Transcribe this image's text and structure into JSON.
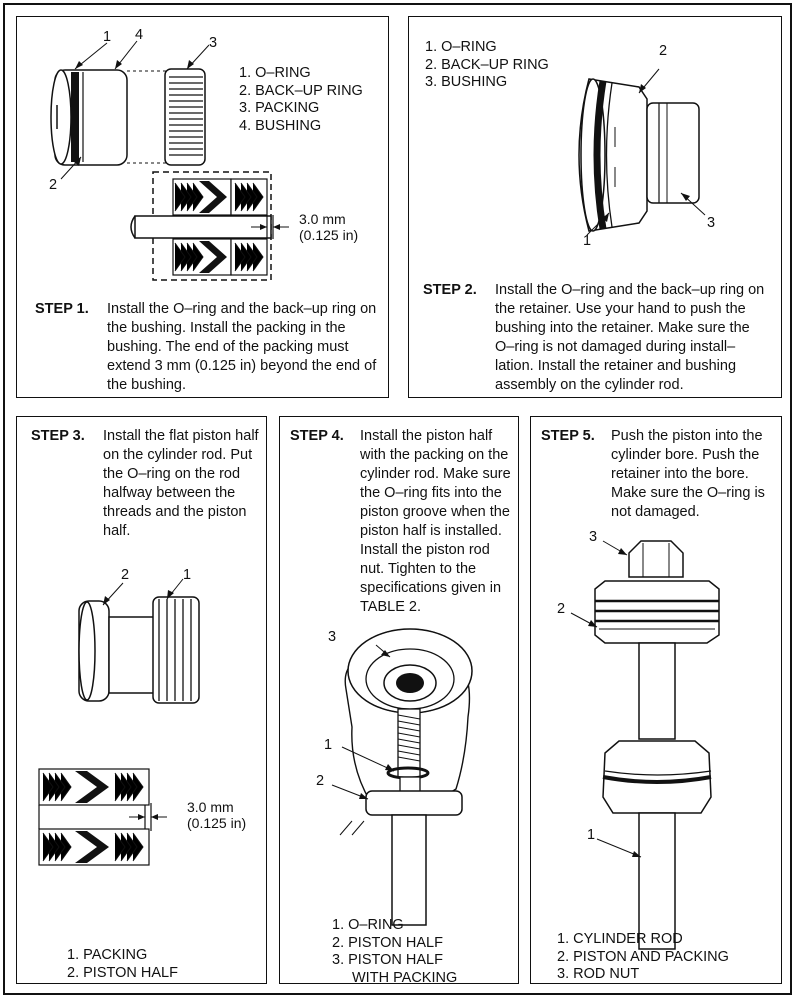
{
  "steps": [
    {
      "label": "STEP 1.",
      "text": "Install the O–ring and the back–up ring on the bushing. Install the packing in the bushing. The end of the packing must extend 3 mm (0.125 in) beyond the end of the bushing.",
      "legend": [
        "1. O–RING",
        "2. BACK–UP RING",
        "3. PACKING",
        "4. BUSHING"
      ],
      "callouts": [
        "1",
        "4",
        "3",
        "2"
      ],
      "dimension": [
        "3.0 mm",
        "(0.125 in)"
      ]
    },
    {
      "label": "STEP 2.",
      "text": "Install the O–ring and the back–up ring on the retainer. Use your hand to push the bushing into the retainer. Make sure the O–ring is not damaged during install– lation. Install the retainer and bushing assembly on the cylinder rod.",
      "legend": [
        "1. O–RING",
        "2. BACK–UP RING",
        "3. BUSHING"
      ],
      "callouts": [
        "2",
        "3",
        "1"
      ]
    },
    {
      "label": "STEP 3.",
      "text": "Install the flat piston half on the cylinder rod. Put the O–ring on the rod halfway between the threads and the piston half.",
      "legend": [
        "1. PACKING",
        "2. PISTON HALF"
      ],
      "callouts": [
        "2",
        "1"
      ],
      "dimension": [
        "3.0 mm",
        "(0.125 in)"
      ]
    },
    {
      "label": "STEP 4.",
      "text": "Install the piston half with the packing on the cylinder rod. Make sure the O–ring fits into the piston groove when the piston half is installed. Install the piston rod nut. Tighten to the specifications given in TABLE 2.",
      "legend": [
        "1. O–RING",
        "2. PISTON HALF",
        "3. PISTON HALF",
        "WITH PACKING"
      ],
      "callouts": [
        "3",
        "1",
        "2"
      ]
    },
    {
      "label": "STEP 5.",
      "text": "Push the piston into the cylinder bore. Push the retainer into the bore. Make sure the O–ring is not damaged.",
      "legend": [
        "1. CYLINDER ROD",
        "2. PISTON AND PACKING",
        "3. ROD NUT"
      ],
      "callouts": [
        "3",
        "2",
        "1"
      ]
    }
  ]
}
